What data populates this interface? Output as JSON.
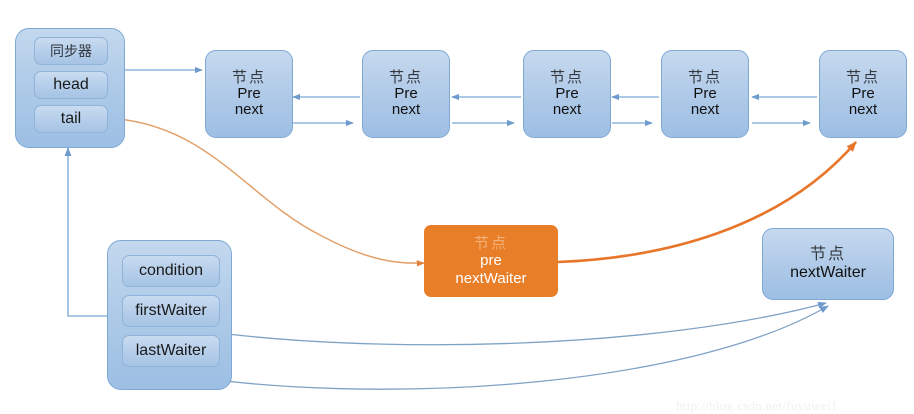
{
  "diagram": {
    "title": "AQS synchronizer and condition queue structure",
    "colors": {
      "node_fill": "#B0CAE8",
      "node_stroke": "#7FA8D4",
      "orange_fill": "#E87E28",
      "blue_arrow": "#7FA8D4",
      "orange_arrow": "#E2823B",
      "background": "#FFFFFF"
    }
  },
  "synchronizer": {
    "name": "synchronizer-box",
    "slots": [
      {
        "label": "同步器",
        "name": "sync-title-slot"
      },
      {
        "label": "head",
        "name": "head-slot"
      },
      {
        "label": "tail",
        "name": "tail-slot"
      }
    ]
  },
  "node_chain": {
    "name": "clh-node-chain",
    "nodes": [
      {
        "cjk": "节点",
        "pre": "Pre",
        "next": "next"
      },
      {
        "cjk": "节点",
        "pre": "Pre",
        "next": "next"
      },
      {
        "cjk": "节点",
        "pre": "Pre",
        "next": "next"
      },
      {
        "cjk": "节点",
        "pre": "Pre",
        "next": "next"
      },
      {
        "cjk": "节点",
        "pre": "Pre",
        "next": "next"
      }
    ]
  },
  "condition": {
    "name": "condition-box",
    "slots": [
      {
        "label": "condition",
        "name": "condition-slot"
      },
      {
        "label": "firstWaiter",
        "name": "first-waiter-slot"
      },
      {
        "label": "lastWaiter",
        "name": "last-waiter-slot"
      }
    ]
  },
  "orange_node": {
    "cjk": "节点",
    "pre": "pre",
    "next_waiter": "nextWaiter"
  },
  "waiter_node": {
    "cjk": "节点",
    "next_waiter": "nextWaiter"
  },
  "watermark": {
    "text": "http://blog.csdn.net/fuyuwei1"
  }
}
